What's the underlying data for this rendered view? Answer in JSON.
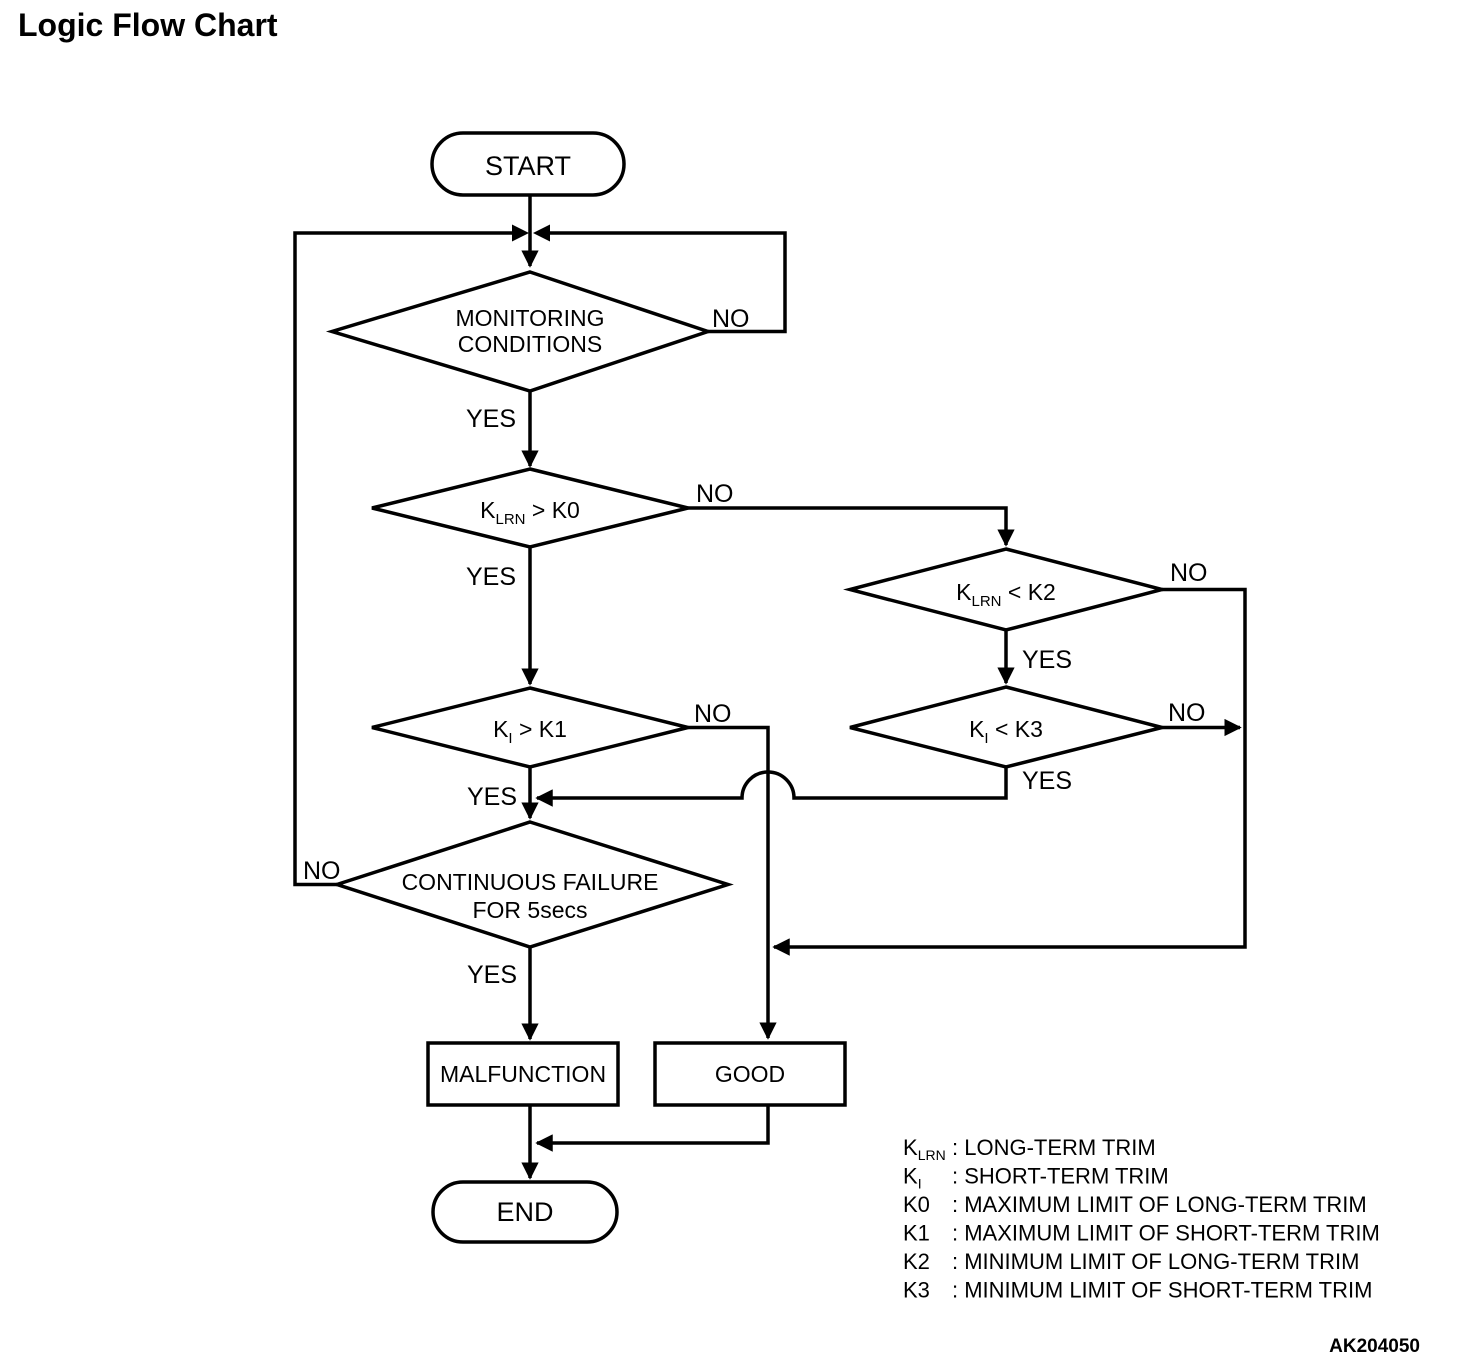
{
  "title": "Logic Flow Chart",
  "figure_code": "AK204050",
  "colors": {
    "ink": "#000000",
    "paper": "#ffffff"
  },
  "nodes": {
    "start": "START",
    "monitoring": {
      "line1": "MONITORING",
      "line2": "CONDITIONS"
    },
    "k0": {
      "base": "K",
      "sub": "LRN",
      "rest": " > K0"
    },
    "k2": {
      "base": "K",
      "sub": "LRN",
      "rest": " < K2"
    },
    "k1": {
      "base": "K",
      "sub": "I",
      "rest": " > K1"
    },
    "k3": {
      "base": "K",
      "sub": "I",
      "rest": " < K3"
    },
    "continuous": {
      "line1": "CONTINUOUS FAILURE",
      "line2": "FOR 5secs"
    },
    "malfunction": "MALFUNCTION",
    "good": "GOOD",
    "end": "END"
  },
  "edge_labels": {
    "monitoring_no": "NO",
    "monitoring_yes": "YES",
    "k0_no": "NO",
    "k0_yes": "YES",
    "k2_no": "NO",
    "k2_yes": "YES",
    "k1_no": "NO",
    "k1_yes": "YES",
    "k3_no": "NO",
    "k3_yes": "YES",
    "continuous_no": "NO",
    "continuous_yes": "YES"
  },
  "legend": {
    "items": [
      {
        "sym": "K",
        "sub": "LRN",
        "desc": ": LONG-TERM TRIM"
      },
      {
        "sym": "K",
        "sub": "I",
        "desc": ": SHORT-TERM TRIM"
      },
      {
        "sym": "K0",
        "sub": "",
        "desc": ": MAXIMUM LIMIT OF LONG-TERM TRIM"
      },
      {
        "sym": "K1",
        "sub": "",
        "desc": ": MAXIMUM LIMIT OF SHORT-TERM TRIM"
      },
      {
        "sym": "K2",
        "sub": "",
        "desc": ": MINIMUM LIMIT OF LONG-TERM TRIM"
      },
      {
        "sym": "K3",
        "sub": "",
        "desc": ": MINIMUM LIMIT OF SHORT-TERM TRIM"
      }
    ]
  }
}
